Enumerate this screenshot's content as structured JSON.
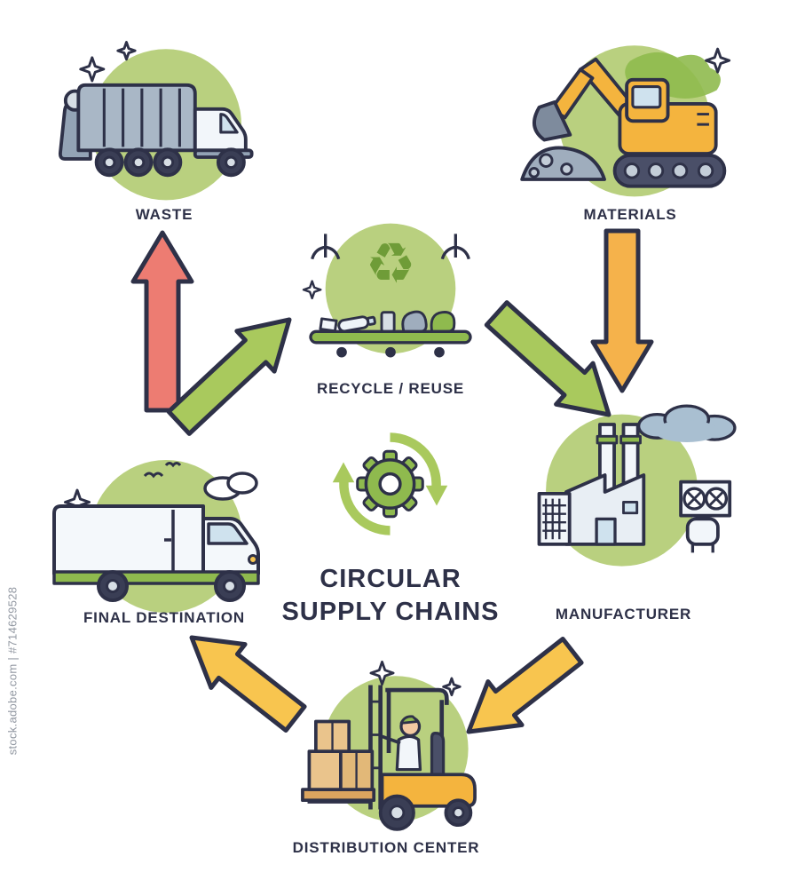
{
  "title": {
    "line1": "CIRCULAR",
    "line2": "SUPPLY CHAINS"
  },
  "nodes": {
    "waste": {
      "label": "WASTE"
    },
    "materials": {
      "label": "MATERIALS"
    },
    "recycle_reuse": {
      "label": "RECYCLE / REUSE"
    },
    "manufacturer": {
      "label": "MANUFACTURER"
    },
    "final_destination": {
      "label": "FINAL DESTINATION"
    },
    "distribution_center": {
      "label": "DISTRIBUTION CENTER"
    }
  },
  "flows": [
    {
      "from": "final_destination",
      "to": "waste",
      "color_key": "red"
    },
    {
      "from": "final_destination",
      "to": "recycle_reuse",
      "color_key": "green"
    },
    {
      "from": "materials",
      "to": "manufacturer",
      "color_key": "orange"
    },
    {
      "from": "recycle_reuse",
      "to": "manufacturer",
      "color_key": "green"
    },
    {
      "from": "manufacturer",
      "to": "distribution_center",
      "color_key": "yellow"
    },
    {
      "from": "distribution_center",
      "to": "final_destination",
      "color_key": "yellow"
    }
  ],
  "icons": {
    "recycle_glyph": "♻"
  },
  "watermark": {
    "text": "stock.adobe.com | #714629528"
  },
  "colors": {
    "outline": "#2e3148",
    "text": "#2e3148",
    "circle_bg": "#b9d07f",
    "leaf_green": "#8fba4e",
    "green": "#a9c95d",
    "red": "#ed7c72",
    "orange": "#f5b24b",
    "yellow": "#f8c54f"
  }
}
